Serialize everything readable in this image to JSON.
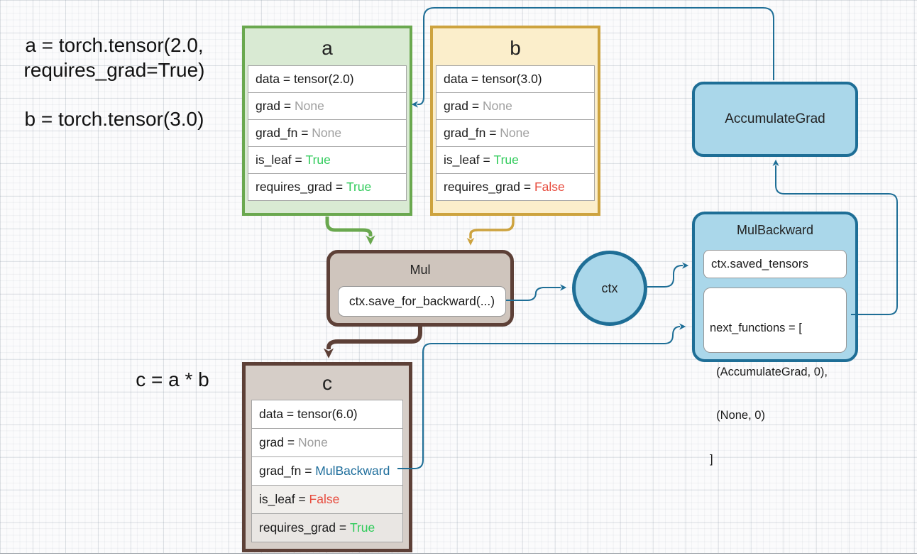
{
  "annotations": {
    "a_definition_line1": "a = torch.tensor(2.0,",
    "a_definition_line2": "requires_grad=True)",
    "b_definition": "b = torch.tensor(3.0)",
    "c_definition": "c = a * b"
  },
  "tensors": {
    "a": {
      "title": "a",
      "rows": [
        {
          "label": "data = ",
          "value": "tensor(2.0)",
          "color": "#1b1b1b"
        },
        {
          "label": "grad = ",
          "value": "None",
          "color": "#9e9e9e"
        },
        {
          "label": "grad_fn = ",
          "value": "None",
          "color": "#9e9e9e"
        },
        {
          "label": "is_leaf = ",
          "value": "True",
          "color": "#2fcb5a"
        },
        {
          "label": "requires_grad = ",
          "value": "True",
          "color": "#2fcb5a"
        }
      ]
    },
    "b": {
      "title": "b",
      "rows": [
        {
          "label": "data = ",
          "value": "tensor(3.0)",
          "color": "#1b1b1b"
        },
        {
          "label": "grad = ",
          "value": "None",
          "color": "#9e9e9e"
        },
        {
          "label": "grad_fn = ",
          "value": "None",
          "color": "#9e9e9e"
        },
        {
          "label": "is_leaf = ",
          "value": "True",
          "color": "#2fcb5a"
        },
        {
          "label": "requires_grad = ",
          "value": "False",
          "color": "#e74a3c"
        }
      ]
    },
    "c": {
      "title": "c",
      "rows": [
        {
          "label": "data = ",
          "value": "tensor(6.0)",
          "color": "#1b1b1b"
        },
        {
          "label": "grad = ",
          "value": "None",
          "color": "#9e9e9e"
        },
        {
          "label": "grad_fn = ",
          "value": "MulBackward",
          "color": "#1f6e9c"
        },
        {
          "label": "is_leaf = ",
          "value": "False",
          "color": "#e74a3c"
        },
        {
          "label": "requires_grad = ",
          "value": "True",
          "color": "#2fcb5a"
        }
      ]
    }
  },
  "nodes": {
    "mul": {
      "title": "Mul",
      "body": "ctx.save_for_backward(...)"
    },
    "ctx": {
      "label": "ctx"
    },
    "mul_backward": {
      "title": "MulBackward",
      "saved_tensors": "ctx.saved_tensors",
      "next_functions_lines": [
        "next_functions = [",
        "  (AccumulateGrad, 0),",
        "  (None, 0)",
        "]"
      ]
    },
    "accumulate_grad": {
      "label": "AccumulateGrad"
    }
  },
  "colors": {
    "green_border": "#6aa84f",
    "green_fill": "#d9ead3",
    "gold_border": "#cda33f",
    "gold_fill": "#fbeecb",
    "brown_border": "#5d4037",
    "mul_fill": "#cfc5bd",
    "c_fill": "#d6cec8",
    "blue_border": "#1e6e96",
    "blue_fill": "#aad7ea",
    "true_green": "#2fcb5a",
    "false_red": "#e74a3c",
    "none_gray": "#9e9e9e",
    "link_blue": "#1f6e9c"
  }
}
